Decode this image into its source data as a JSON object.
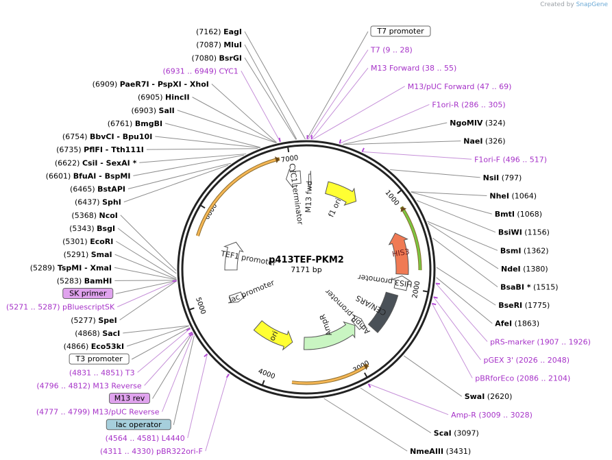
{
  "header": {
    "created_by": "Created by",
    "brand": "SnapGene"
  },
  "plasmid": {
    "name": "p413TEF-PKM2",
    "size": "7171 bp",
    "total_bp": 7171
  },
  "colors": {
    "feature_text": "#a632c8",
    "enzyme_text": "#000000",
    "leader_enzyme": "#8c8c8c",
    "leader_feature": "#c58fd8",
    "backbone": "#222222",
    "hisA": "#f07a54",
    "yellow": "#ffff33",
    "green": "#c9f5c2",
    "cen": "#4a5158",
    "orange_arc": "#f4b655",
    "green_arc": "#7bc742",
    "box_purple": "#e0a3ee",
    "box_blue": "#a6cfdc"
  },
  "ticks": [
    {
      "bp": 1000,
      "label": "1000"
    },
    {
      "bp": 2000,
      "label": "2000"
    },
    {
      "bp": 3000,
      "label": "3000"
    },
    {
      "bp": 4000,
      "label": "4000"
    },
    {
      "bp": 5000,
      "label": "5000"
    },
    {
      "bp": 6000,
      "label": "6000"
    },
    {
      "bp": 7000,
      "label": "7000"
    }
  ],
  "sites": [
    {
      "pos": "(7162)",
      "name": "EagI",
      "bp": 7162,
      "side": "L"
    },
    {
      "pos": "(7087)",
      "name": "MluI",
      "bp": 7087,
      "side": "L"
    },
    {
      "pos": "(7080)",
      "name": "BsrGI",
      "bp": 7080,
      "side": "L"
    },
    {
      "pos": "(6909)",
      "name": "PaeR7I  - PspXI  - XhoI",
      "bp": 6909,
      "side": "L"
    },
    {
      "pos": "(6905)",
      "name": "HincII",
      "bp": 6905,
      "side": "L"
    },
    {
      "pos": "(6903)",
      "name": "SalI",
      "bp": 6903,
      "side": "L"
    },
    {
      "pos": "(6761)",
      "name": "BmgBI",
      "bp": 6761,
      "side": "L"
    },
    {
      "pos": "(6754)",
      "name": "BbvCI  - Bpu10I",
      "bp": 6754,
      "side": "L"
    },
    {
      "pos": "(6735)",
      "name": "PflFI  - Tth111I",
      "bp": 6735,
      "side": "L"
    },
    {
      "pos": "(6622)",
      "name": "CsiI  - SexAI *",
      "bp": 6622,
      "side": "L"
    },
    {
      "pos": "(6601)",
      "name": "BfuAI  - BspMI",
      "bp": 6601,
      "side": "L"
    },
    {
      "pos": "(6465)",
      "name": "BstAPI",
      "bp": 6465,
      "side": "L"
    },
    {
      "pos": "(6437)",
      "name": "SphI",
      "bp": 6437,
      "side": "L"
    },
    {
      "pos": "(5368)",
      "name": "NcoI",
      "bp": 5368,
      "side": "L"
    },
    {
      "pos": "(5343)",
      "name": "BsgI",
      "bp": 5343,
      "side": "L"
    },
    {
      "pos": "(5301)",
      "name": "EcoRI",
      "bp": 5301,
      "side": "L"
    },
    {
      "pos": "(5291)",
      "name": "SmaI",
      "bp": 5291,
      "side": "L"
    },
    {
      "pos": "(5289)",
      "name": "TspMI  - XmaI",
      "bp": 5289,
      "side": "L"
    },
    {
      "pos": "(5283)",
      "name": "BamHI",
      "bp": 5283,
      "side": "L"
    },
    {
      "pos": "(5277)",
      "name": "SpeI",
      "bp": 5277,
      "side": "L"
    },
    {
      "pos": "(4868)",
      "name": "SacI",
      "bp": 4868,
      "side": "L"
    },
    {
      "pos": "(4866)",
      "name": "Eco53kI",
      "bp": 4866,
      "side": "L"
    },
    {
      "pos": "(324)",
      "name": "NgoMIV",
      "bp": 324,
      "side": "R"
    },
    {
      "pos": "(326)",
      "name": "NaeI",
      "bp": 326,
      "side": "R"
    },
    {
      "pos": "(797)",
      "name": "NsiI",
      "bp": 797,
      "side": "R"
    },
    {
      "pos": "(1064)",
      "name": "NheI",
      "bp": 1064,
      "side": "R"
    },
    {
      "pos": "(1068)",
      "name": "BmtI",
      "bp": 1068,
      "side": "R"
    },
    {
      "pos": "(1156)",
      "name": "BsiWI",
      "bp": 1156,
      "side": "R"
    },
    {
      "pos": "(1362)",
      "name": "BsmI",
      "bp": 1362,
      "side": "R"
    },
    {
      "pos": "(1380)",
      "name": "NdeI",
      "bp": 1380,
      "side": "R"
    },
    {
      "pos": "(1515)",
      "name": "BsaBI *",
      "bp": 1515,
      "side": "R"
    },
    {
      "pos": "(1775)",
      "name": "BseRI",
      "bp": 1775,
      "side": "R"
    },
    {
      "pos": "(1863)",
      "name": "AfeI",
      "bp": 1863,
      "side": "R"
    },
    {
      "pos": "(2620)",
      "name": "SwaI",
      "bp": 2620,
      "side": "R"
    },
    {
      "pos": "(3097)",
      "name": "ScaI",
      "bp": 3097,
      "side": "R"
    },
    {
      "pos": "(3431)",
      "name": "NmeAIII",
      "bp": 3431,
      "side": "R"
    }
  ],
  "feature_labels": [
    {
      "text": "(6931 .. 6949)  CYC1",
      "bp": 6940,
      "side": "L"
    },
    {
      "text": "T7   (9 .. 28)",
      "bp": 18,
      "side": "R"
    },
    {
      "text": "M13 Forward   (38 .. 55)",
      "bp": 46,
      "side": "R"
    },
    {
      "text": "M13/pUC Forward   (47 .. 69)",
      "bp": 58,
      "side": "R"
    },
    {
      "text": "F1ori-R   (286 .. 305)",
      "bp": 295,
      "side": "R"
    },
    {
      "text": "F1ori-F   (496 .. 517)",
      "bp": 506,
      "side": "R"
    },
    {
      "text": "pRS-marker   (1907 .. 1926)",
      "bp": 1916,
      "side": "R"
    },
    {
      "text": "pGEX 3'   (2026 .. 2048)",
      "bp": 2037,
      "side": "R"
    },
    {
      "text": "pBRforEco   (2086 .. 2104)",
      "bp": 2095,
      "side": "R"
    },
    {
      "text": "Amp-R   (3009 .. 3028)",
      "bp": 3018,
      "side": "R"
    },
    {
      "text": "(5271 .. 5287)  pBluescriptSK",
      "bp": 5279,
      "side": "L"
    },
    {
      "text": "(4831 .. 4851)  T3",
      "bp": 4841,
      "side": "L"
    },
    {
      "text": "(4796 .. 4812)  M13 Reverse",
      "bp": 4804,
      "side": "L"
    },
    {
      "text": "(4777 .. 4799)  M13/pUC Reverse",
      "bp": 4788,
      "side": "L"
    },
    {
      "text": "(4564 .. 4581)  L4440",
      "bp": 4572,
      "side": "L"
    },
    {
      "text": "(4311 .. 4330)  pBR322ori-F",
      "bp": 4320,
      "side": "L"
    }
  ],
  "boxes": [
    {
      "text": "T7 promoter",
      "style": "white",
      "bp": 5
    },
    {
      "text": "SK primer",
      "style": "purple",
      "bp": 5280
    },
    {
      "text": "T3 promoter",
      "style": "white",
      "bp": 4850
    },
    {
      "text": "M13 rev",
      "style": "purple",
      "bp": 4800
    },
    {
      "text": "lac operator",
      "style": "blue",
      "bp": 4770
    }
  ],
  "features": [
    {
      "name": "HIS3",
      "start": 1350,
      "end": 1850,
      "dir": "ccw",
      "color": "hisA",
      "label": "HIS3"
    },
    {
      "name": "f1 ori",
      "start": 280,
      "end": 720,
      "dir": "cw",
      "color": "yellow",
      "label": "f1 ori"
    },
    {
      "name": "HIS3 promoter",
      "start": 1870,
      "end": 2030,
      "dir": "ccw",
      "color": "white",
      "label": "HIS3 promoter"
    },
    {
      "name": "CEN/ARS",
      "start": 2110,
      "end": 2620,
      "dir": "none",
      "color": "cen",
      "label": "CEN/ARS"
    },
    {
      "name": "AmpR promoter",
      "start": 2630,
      "end": 2760,
      "dir": "ccw",
      "color": "white",
      "label": "AmpR promoter"
    },
    {
      "name": "AmpR",
      "start": 2770,
      "end": 3620,
      "dir": "ccw",
      "color": "green",
      "label": "AmpR"
    },
    {
      "name": "ori",
      "start": 3800,
      "end": 4400,
      "dir": "ccw",
      "color": "yellow",
      "label": "ori"
    },
    {
      "name": "lac promoter",
      "start": 4870,
      "end": 5000,
      "dir": "ccw",
      "color": "white",
      "label": "lac promoter"
    },
    {
      "name": "TEF1 promoter",
      "start": 5370,
      "end": 5800,
      "dir": "cw",
      "color": "white",
      "label": "TEF1 promoter"
    },
    {
      "name": "CYC1 terminator",
      "start": 6920,
      "end": 7100,
      "dir": "ccw",
      "color": "white",
      "label": "CYC1 terminator"
    },
    {
      "name": "M13 fwd",
      "start": 30,
      "end": 60,
      "dir": "cw",
      "color": "white",
      "label": "M13 fwd"
    }
  ],
  "outer_arcs": [
    {
      "name": "pkm2-arc",
      "start": 5720,
      "end": 6900,
      "dir": "cw",
      "color": "orange_arc"
    },
    {
      "name": "his3-arc",
      "start": 1130,
      "end": 1800,
      "dir": "ccw",
      "color": "green_arc"
    },
    {
      "name": "amp-arc",
      "start": 2930,
      "end": 3730,
      "dir": "ccw",
      "color": "orange_arc"
    }
  ],
  "primer_ticks": [
    9,
    46,
    295,
    506,
    1916,
    2037,
    2095,
    3018,
    4311,
    4572,
    4788,
    4804,
    4841,
    5279,
    6940
  ]
}
